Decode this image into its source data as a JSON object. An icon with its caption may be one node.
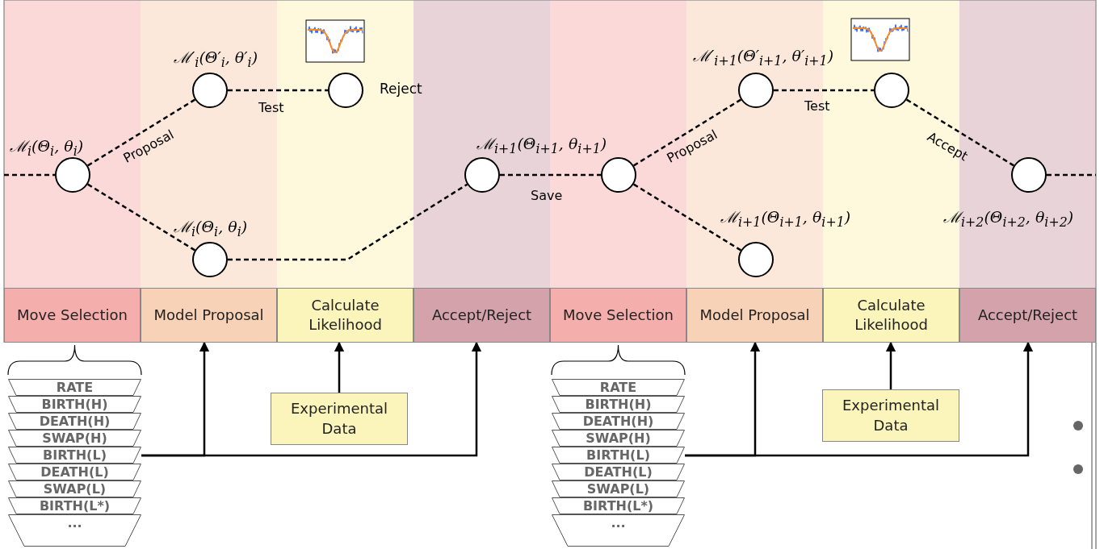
{
  "diagram": {
    "nodes": [
      {
        "text": [],
        "shape": "circle",
        "beside": [
          "ℳ$_{i}$(Θ$_{i}$, θ$_{i}$)"
        ]
      },
      {
        "text": [],
        "shape": "circle",
        "beside": [
          "ℳ′$_{i}$(Θ′$_{i}$, θ′$_{i}$)"
        ]
      },
      {
        "text": [],
        "shape": "circle",
        "beside": [
          "Reject"
        ]
      },
      {
        "text": [],
        "shape": "circle",
        "beside": [
          "ℳ$_{i}$(Θ$_{i}$, θ$_{i}$)"
        ]
      },
      {
        "text": [],
        "shape": "circle",
        "beside": [
          "ℳ$_{i+1}$(Θ$_{i+1}$, θ$_{i+1}$)"
        ]
      },
      {
        "text": [],
        "shape": "circle"
      },
      {
        "text": [],
        "shape": "circle",
        "beside": [
          "ℳ′$_{i+1}$(Θ′$_{i+1}$, θ′$_{i+1}$)"
        ]
      },
      {
        "text": [],
        "shape": "circle"
      },
      {
        "text": [],
        "shape": "circle",
        "beside": [
          "ℳ$_{i+1}$(Θ$_{i+1}$, θ$_{i+1}$)"
        ]
      },
      {
        "text": [],
        "shape": "circle",
        "beside": [
          "ℳ$_{i+2}$(Θ$_{i+2}$, θ$_{i+2}$)"
        ]
      },
      {
        "text": [
          "Move Selection"
        ]
      },
      {
        "text": [
          "Model Proposal"
        ]
      },
      {
        "text": [
          "Calculate Likelihood"
        ]
      },
      {
        "text": [
          "Accept/Reject"
        ]
      },
      {
        "text": [
          "Move Selection"
        ]
      },
      {
        "text": [
          "Model Proposal"
        ]
      },
      {
        "text": [
          "Calculate Likelihood"
        ]
      },
      {
        "text": [
          "Accept/Reject"
        ]
      },
      {
        "text": [
          "Experimental Data"
        ]
      },
      {
        "text": [
          "Experimental Data"
        ]
      },
      {
        "text": [
          "RATE"
        ]
      },
      {
        "text": [
          "BIRTH(H)"
        ]
      },
      {
        "text": [
          "DEATH(H)"
        ]
      },
      {
        "text": [
          "SWAP(H)"
        ]
      },
      {
        "text": [
          "BIRTH(L)"
        ]
      },
      {
        "text": [
          "DEATH(L)"
        ]
      },
      {
        "text": [
          "SWAP(L)"
        ]
      },
      {
        "text": [
          "BIRTH(L*)"
        ]
      },
      {
        "text": [
          "..."
        ]
      },
      {
        "text": [
          "RATE"
        ]
      },
      {
        "text": [
          "BIRTH(H)"
        ]
      },
      {
        "text": [
          "DEATH(H)"
        ]
      },
      {
        "text": [
          "SWAP(H)"
        ]
      },
      {
        "text": [
          "BIRTH(L)"
        ]
      },
      {
        "text": [
          "DEATH(L)"
        ]
      },
      {
        "text": [
          "SWAP(L)"
        ]
      },
      {
        "text": [
          "BIRTH(L*)"
        ]
      },
      {
        "text": [
          "..."
        ]
      }
    ],
    "edges": [
      {
        "from": null,
        "to": 0,
        "arrow": "none",
        "style": "dashed"
      },
      {
        "from": 0,
        "to": 1,
        "arrow": "none",
        "style": "dashed",
        "label": "Proposal"
      },
      {
        "from": 0,
        "to": 3,
        "arrow": "none",
        "style": "dashed"
      },
      {
        "from": 1,
        "to": 2,
        "arrow": "none",
        "style": "dashed",
        "label": "Test"
      },
      {
        "from": 3,
        "to": 4,
        "arrow": "none",
        "style": "dashed"
      },
      {
        "from": 4,
        "to": 5,
        "arrow": "none",
        "style": "dashed",
        "label": "Save"
      },
      {
        "from": 5,
        "to": 6,
        "arrow": "none",
        "style": "dashed",
        "label": "Proposal"
      },
      {
        "from": 5,
        "to": 8,
        "arrow": "none",
        "style": "dashed"
      },
      {
        "from": 6,
        "to": 7,
        "arrow": "none",
        "style": "dashed",
        "label": "Test"
      },
      {
        "from": 7,
        "to": 9,
        "arrow": "none",
        "style": "dashed",
        "label": "Accept"
      },
      {
        "from": 9,
        "to": null,
        "arrow": "none",
        "style": "dashed"
      },
      {
        "from": 18,
        "to": 12,
        "arrow": "to"
      },
      {
        "from": 24,
        "to": 11,
        "arrow": "to"
      },
      {
        "from": 24,
        "to": 13,
        "arrow": "to"
      },
      {
        "from": 19,
        "to": 16,
        "arrow": "to"
      },
      {
        "from": 33,
        "to": 15,
        "arrow": "to"
      },
      {
        "from": 33,
        "to": 17,
        "arrow": "to"
      }
    ]
  }
}
